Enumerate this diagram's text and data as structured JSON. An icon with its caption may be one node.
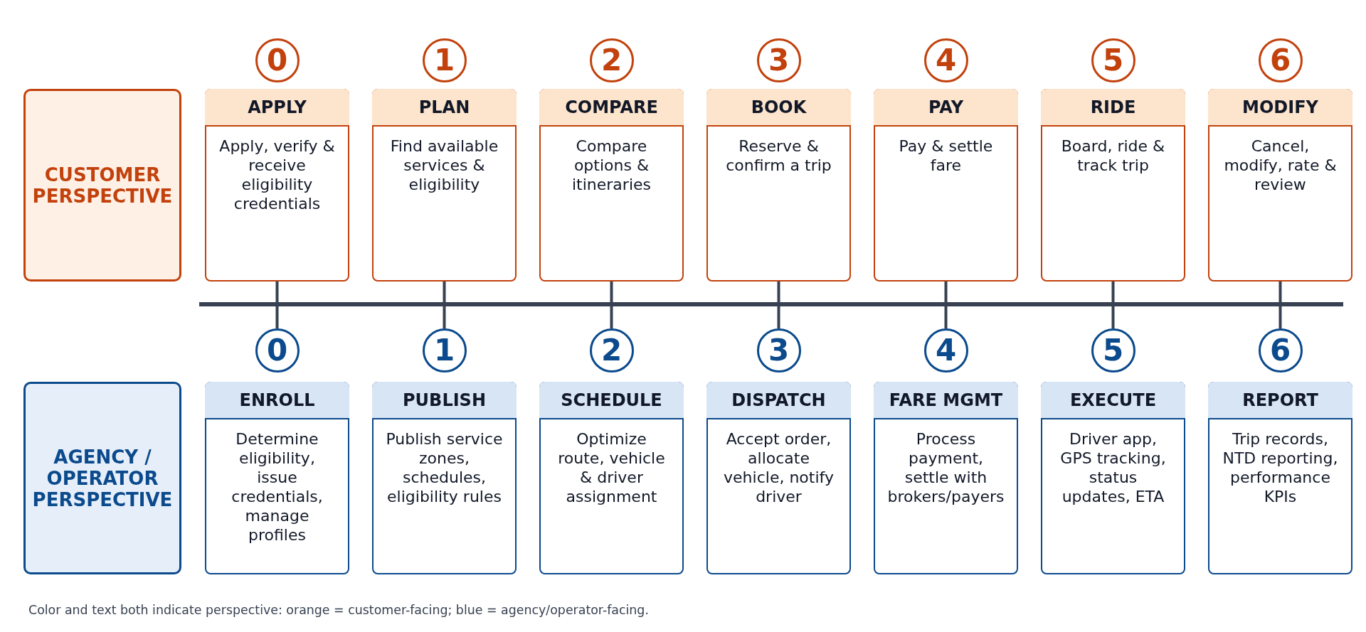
{
  "diagram": {
    "caption": "Color and text both indicate perspective: orange = customer-facing; blue = agency/operator-facing.",
    "nodes": [
      {
        "text": [
          "CUSTOMER PERSPECTIVE"
        ]
      },
      {
        "text": [
          "0"
        ]
      },
      {
        "text": [
          "1"
        ]
      },
      {
        "text": [
          "2"
        ]
      },
      {
        "text": [
          "3"
        ]
      },
      {
        "text": [
          "4"
        ]
      },
      {
        "text": [
          "5"
        ]
      },
      {
        "text": [
          "6"
        ]
      },
      {
        "text": [
          "APPLY",
          "Apply, verify & receive eligibility credentials"
        ]
      },
      {
        "text": [
          "PLAN",
          "Find available services & eligibility"
        ]
      },
      {
        "text": [
          "COMPARE",
          "Compare options & itineraries"
        ]
      },
      {
        "text": [
          "BOOK",
          "Reserve & confirm a trip"
        ]
      },
      {
        "text": [
          "PAY",
          "Pay & settle fare"
        ]
      },
      {
        "text": [
          "RIDE",
          "Board, ride & track trip"
        ]
      },
      {
        "text": [
          "MODIFY",
          "Cancel, modify, rate & review"
        ]
      },
      {
        "text": [],
        "shape": "bar"
      },
      {
        "text": [
          "AGENCY / OPERATOR PERSPECTIVE"
        ]
      },
      {
        "text": [
          "0"
        ]
      },
      {
        "text": [
          "1"
        ]
      },
      {
        "text": [
          "2"
        ]
      },
      {
        "text": [
          "3"
        ]
      },
      {
        "text": [
          "4"
        ]
      },
      {
        "text": [
          "5"
        ]
      },
      {
        "text": [
          "6"
        ]
      },
      {
        "text": [
          "ENROLL",
          "Determine eligibility, issue credentials, manage profiles"
        ]
      },
      {
        "text": [
          "PUBLISH",
          "Publish service zones, schedules, eligibility rules"
        ]
      },
      {
        "text": [
          "SCHEDULE",
          "Optimize route, vehicle & driver assignment"
        ]
      },
      {
        "text": [
          "DISPATCH",
          "Accept order, allocate vehicle, notify driver"
        ]
      },
      {
        "text": [
          "FARE MGMT",
          "Process payment, settle with brokers/payers"
        ]
      },
      {
        "text": [
          "EXECUTE",
          "Driver app, GPS tracking, status updates, ETA"
        ]
      },
      {
        "text": [
          "REPORT",
          "Trip records, NTD reporting, performance KPIs"
        ]
      }
    ],
    "edges": [
      {
        "from": 8,
        "to": 15,
        "arrow": "none"
      },
      {
        "from": 9,
        "to": 15,
        "arrow": "none"
      },
      {
        "from": 10,
        "to": 15,
        "arrow": "none"
      },
      {
        "from": 11,
        "to": 15,
        "arrow": "none"
      },
      {
        "from": 12,
        "to": 15,
        "arrow": "none"
      },
      {
        "from": 13,
        "to": 15,
        "arrow": "none"
      },
      {
        "from": 14,
        "to": 15,
        "arrow": "none"
      },
      {
        "from": 15,
        "to": 17,
        "arrow": "none"
      },
      {
        "from": 15,
        "to": 18,
        "arrow": "none"
      },
      {
        "from": 15,
        "to": 19,
        "arrow": "none"
      },
      {
        "from": 15,
        "to": 20,
        "arrow": "none"
      },
      {
        "from": 15,
        "to": 21,
        "arrow": "none"
      },
      {
        "from": 15,
        "to": 22,
        "arrow": "none"
      },
      {
        "from": 15,
        "to": 23,
        "arrow": "none"
      }
    ]
  }
}
